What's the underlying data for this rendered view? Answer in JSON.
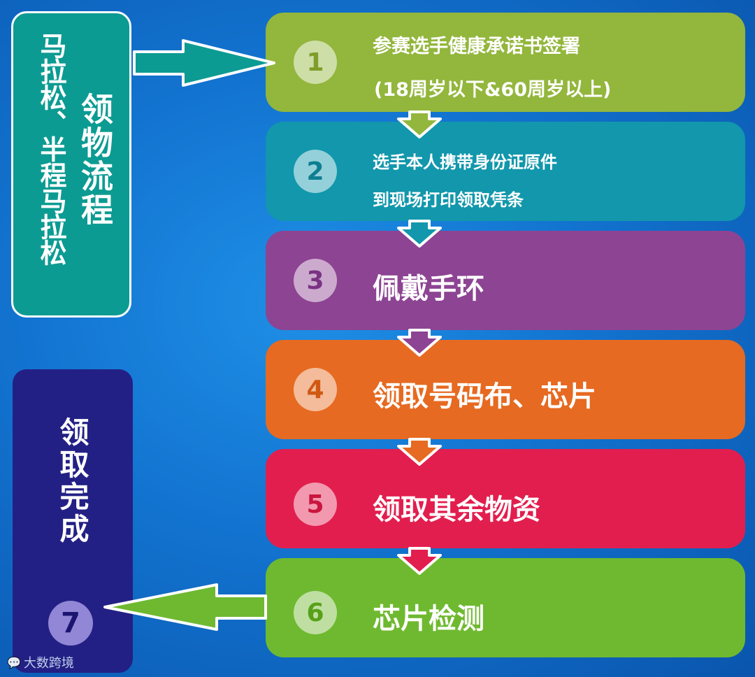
{
  "side_left": {
    "col1": "马拉松、半程马拉松",
    "col2": "领物流程"
  },
  "done": {
    "text": "领取完成",
    "number": "7",
    "color": "#232085"
  },
  "steps": [
    {
      "number": "1",
      "line1": "参赛选手健康承诺书签署",
      "line2": "(18周岁以下&60周岁以上)",
      "color": "#93b63c"
    },
    {
      "number": "2",
      "line1": "选手本人携带身份证原件",
      "line2": "到现场打印领取凭条",
      "color": "#1297ac"
    },
    {
      "number": "3",
      "line1": "佩戴手环",
      "color": "#8d4493"
    },
    {
      "number": "4",
      "line1": "领取号码布、芯片",
      "color": "#e66a21"
    },
    {
      "number": "5",
      "line1": "领取其余物资",
      "color": "#e21e4f"
    },
    {
      "number": "6",
      "line1": "芯片检测",
      "color": "#6fb930"
    }
  ],
  "watermark": "大数跨境"
}
